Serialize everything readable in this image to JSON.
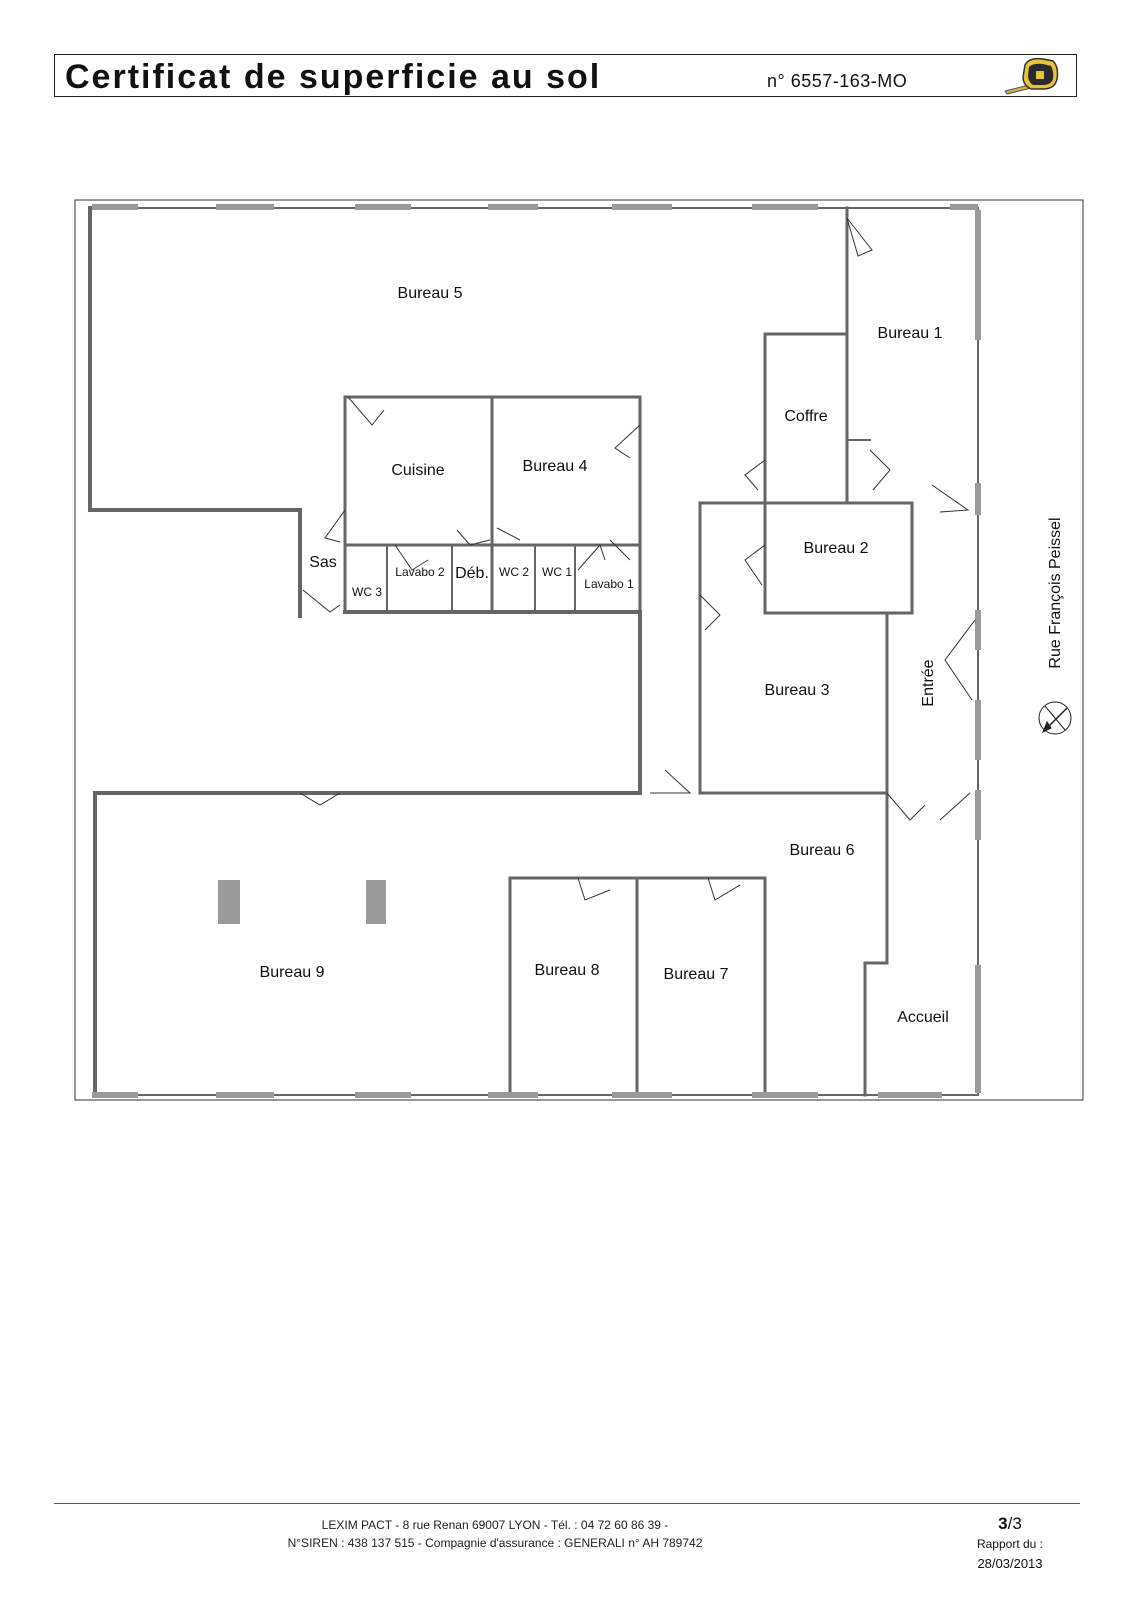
{
  "header": {
    "title": "Certificat de superficie au sol",
    "number": "n° 6557-163-MO"
  },
  "plan": {
    "rooms": {
      "bureau5": "Bureau 5",
      "bureau1": "Bureau 1",
      "coffre": "Coffre",
      "cuisine": "Cuisine",
      "bureau4": "Bureau 4",
      "sas": "Sas",
      "wc3": "WC 3",
      "lavabo2": "Lavabo 2",
      "deb": "Déb.",
      "wc2": "WC 2",
      "wc1": "WC 1",
      "lavabo1": "Lavabo 1",
      "bureau2": "Bureau 2",
      "bureau3": "Bureau 3",
      "entree": "Entrée",
      "bureau6": "Bureau 6",
      "bureau9": "Bureau 9",
      "bureau8": "Bureau 8",
      "bureau7": "Bureau 7",
      "accueil": "Accueil"
    },
    "street": "Rue François Peissel"
  },
  "footer": {
    "line1": "LEXIM PACT - 8 rue Renan 69007 LYON - Tél. : 04 72 60 86 39 -",
    "line2": "N°SIREN : 438 137 515  - Compagnie d'assurance : GENERALI n° AH 789742",
    "page_current": "3",
    "page_total": "/3",
    "report_label": "Rapport du :",
    "report_date": "28/03/2013"
  }
}
